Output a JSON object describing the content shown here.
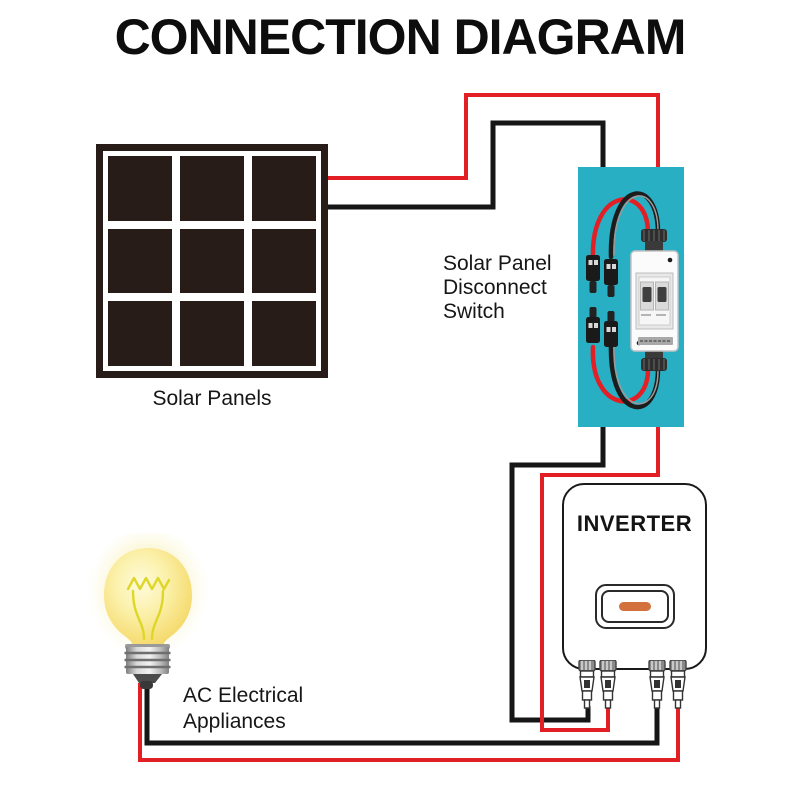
{
  "title": "CONNECTION DIAGRAM",
  "labels": {
    "solar_panels": "Solar Panels",
    "disconnect_switch": "Solar Panel\nDisconnect\nSwitch",
    "inverter": "INVERTER",
    "ac_appliances": "AC Electrical\nAppliances"
  },
  "colors": {
    "wire_red": "#e11f24",
    "wire_black": "#161616",
    "panel_cell": "#281c18",
    "switch_bg": "#29afc4",
    "inverter_indicator": "#d2713c",
    "bulb_glow": "#f8eda8",
    "text": "#121212"
  },
  "components": {
    "solar_panels": {
      "rows": 3,
      "cols": 3
    },
    "mc4_connector_count": 4,
    "wire_colors": [
      "red",
      "black"
    ]
  }
}
